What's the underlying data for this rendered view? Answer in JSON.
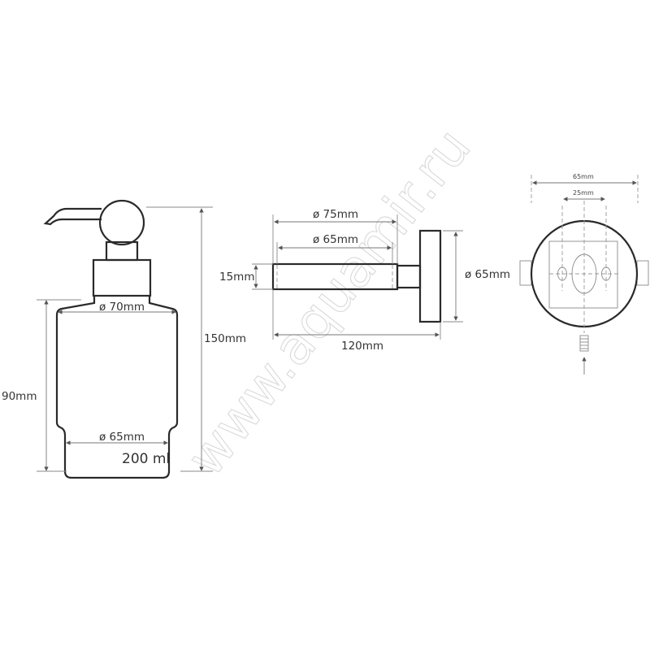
{
  "watermark": "www.aquamir.ru",
  "dispenser": {
    "height_label": "150mm",
    "glass_height_label": "90mm",
    "top_diameter_label": "ø 70mm",
    "bottom_diameter_label": "ø 65mm",
    "volume_label": "200 ml"
  },
  "holder_side": {
    "outer_ring_label": "ø 75mm",
    "inner_ring_label": "ø 65mm",
    "ring_height_label": "15mm",
    "projection_label": "120mm",
    "base_diameter_label": "ø 65mm"
  },
  "holder_front": {
    "base_width_label": "65mm",
    "hole_spacing_label": "25mm"
  },
  "colors": {
    "outline": "#2a2a2a",
    "dimension": "#777777",
    "watermark": "#d9d9d9",
    "background": "#ffffff"
  }
}
